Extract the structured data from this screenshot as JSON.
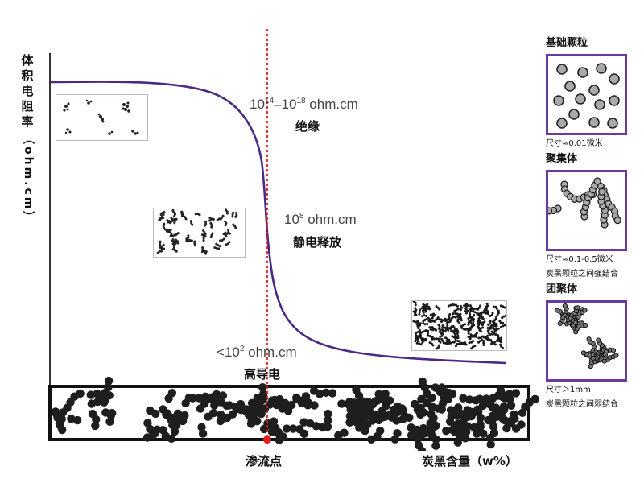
{
  "chart_data": {
    "type": "line",
    "title": "",
    "ylabel": "体积电阻率（ohm.cm）",
    "xlabel": "炭黑含量（w%）",
    "y_scale": "log",
    "series": [
      {
        "name": "体积电阻率",
        "color": "#4b2a86",
        "description": "Sigmoid percolation curve: high plateau, steep drop at percolation point, low plateau",
        "x_relative": [
          0.0,
          0.2,
          0.35,
          0.42,
          0.45,
          0.47,
          0.48,
          0.5,
          0.55,
          0.65,
          0.8,
          1.0
        ],
        "log10_resistivity_approx": [
          16,
          16,
          15.6,
          14.5,
          12,
          9,
          8,
          5,
          3.2,
          2.4,
          2.1,
          2.0
        ]
      }
    ],
    "annotations": [
      {
        "value": "10^14–10^18 ohm.cm",
        "label": "绝缘"
      },
      {
        "value": "10^8 ohm.cm",
        "label": "静电释放"
      },
      {
        "value": "<10^2 ohm.cm",
        "label": "高导电"
      }
    ],
    "marker": {
      "label": "渗流点",
      "style": "red dashed vertical line with dot",
      "color": "#e01b1b"
    },
    "grid": false,
    "legend": "none"
  },
  "axis": {
    "y_label_chars": [
      "体",
      "积",
      "电",
      "阻",
      "率"
    ],
    "y_label_unit": "（ohm.cm）",
    "x_label": "炭黑含量（w%）",
    "percolation_label": "渗流点"
  },
  "annotations": {
    "insulating": {
      "base1": "10",
      "exp1": "14",
      "sep": "–",
      "base2": "10",
      "exp2": "18",
      "unit": " ohm.cm",
      "label": "绝缘"
    },
    "esd": {
      "base": "10",
      "exp": "8",
      "unit": " ohm.cm",
      "label": "静电释放"
    },
    "conductive": {
      "prefix": "<",
      "base": "10",
      "exp": "2",
      "unit": " ohm.cm",
      "label": "高导电"
    }
  },
  "sidebar": {
    "panels": [
      {
        "title": "基础颗粒",
        "captions": [
          "尺寸≈0.01微米"
        ]
      },
      {
        "title": "聚集体",
        "captions": [
          "尺寸≈0.1-0.5微米",
          "炭黑颗粒之间强结合"
        ]
      },
      {
        "title": "团聚体",
        "captions": [
          "尺寸＞1mm",
          "炭黑颗粒之间弱结合"
        ]
      }
    ]
  },
  "colors": {
    "curve": "#4b2a86",
    "percolation": "#e01b1b",
    "panel_border": "#6a3aa2",
    "particle_gray": "#a9a9a9"
  }
}
